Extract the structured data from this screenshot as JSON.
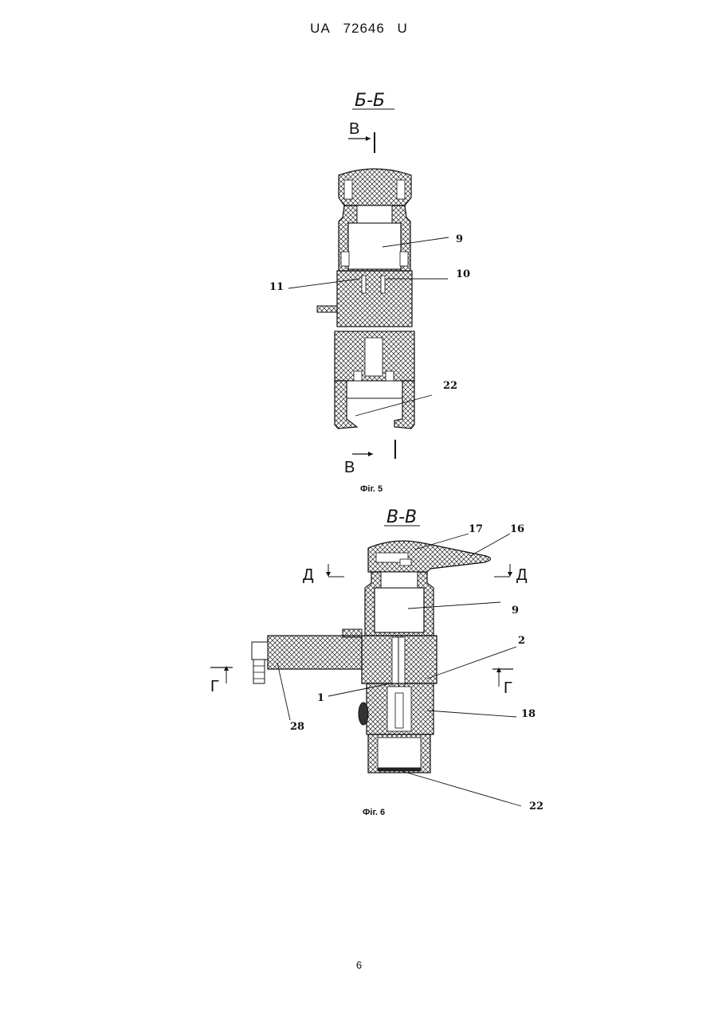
{
  "header": {
    "country": "UA",
    "number": "72646",
    "kind": "U"
  },
  "fig5": {
    "section_title": "Б-Б",
    "cut_label_top": "В",
    "cut_label_bottom": "В",
    "labels": [
      "9",
      "10",
      "11",
      "22"
    ],
    "caption": "Фіг. 5"
  },
  "fig6": {
    "section_title": "В-В",
    "cut_label_left_top": "Д",
    "cut_label_right_top": "Д",
    "cut_label_left": "Г",
    "cut_label_right": "Г",
    "labels": [
      "17",
      "16",
      "9",
      "2",
      "1",
      "18",
      "28",
      "22"
    ],
    "caption": "Фіг. 6"
  },
  "page_number": "6"
}
